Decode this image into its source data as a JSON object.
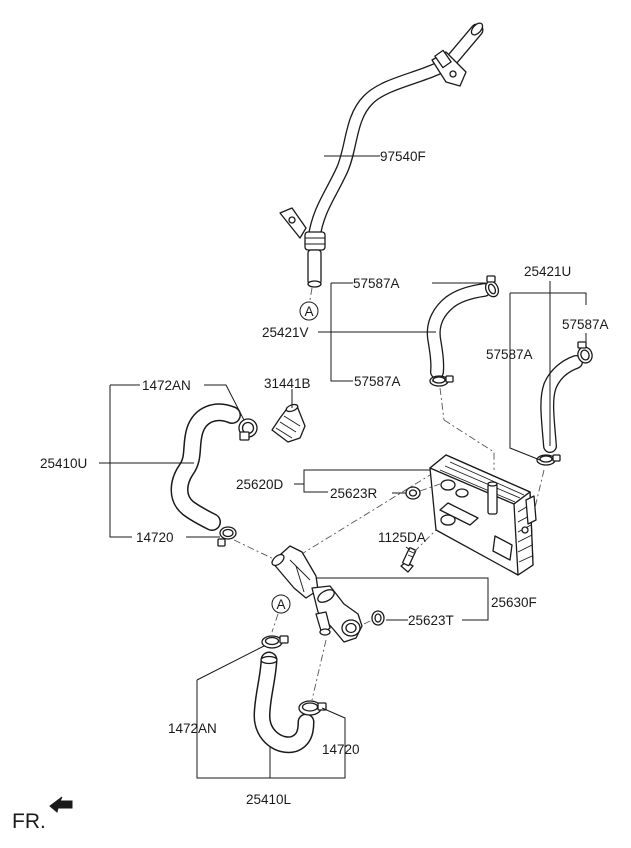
{
  "labels": {
    "p97540F": "97540F",
    "p57587A_top": "57587A",
    "p25421U": "25421U",
    "p57587A_right": "57587A",
    "p25421V": "25421V",
    "p57587A_rightlower": "57587A",
    "p31441B": "31441B",
    "p57587A_mid": "57587A",
    "p1472AN_top": "1472AN",
    "p25410U": "25410U",
    "p25620D": "25620D",
    "p25623R": "25623R",
    "p1125DA": "1125DA",
    "p14720_upper": "14720",
    "p25630F": "25630F",
    "p25623T": "25623T",
    "p1472AN_bottom": "1472AN",
    "p14720_lower": "14720",
    "p25410L": "25410L"
  },
  "markers": {
    "ref_a_upper": "A",
    "ref_a_lower": "A"
  },
  "front_indicator": "FR."
}
